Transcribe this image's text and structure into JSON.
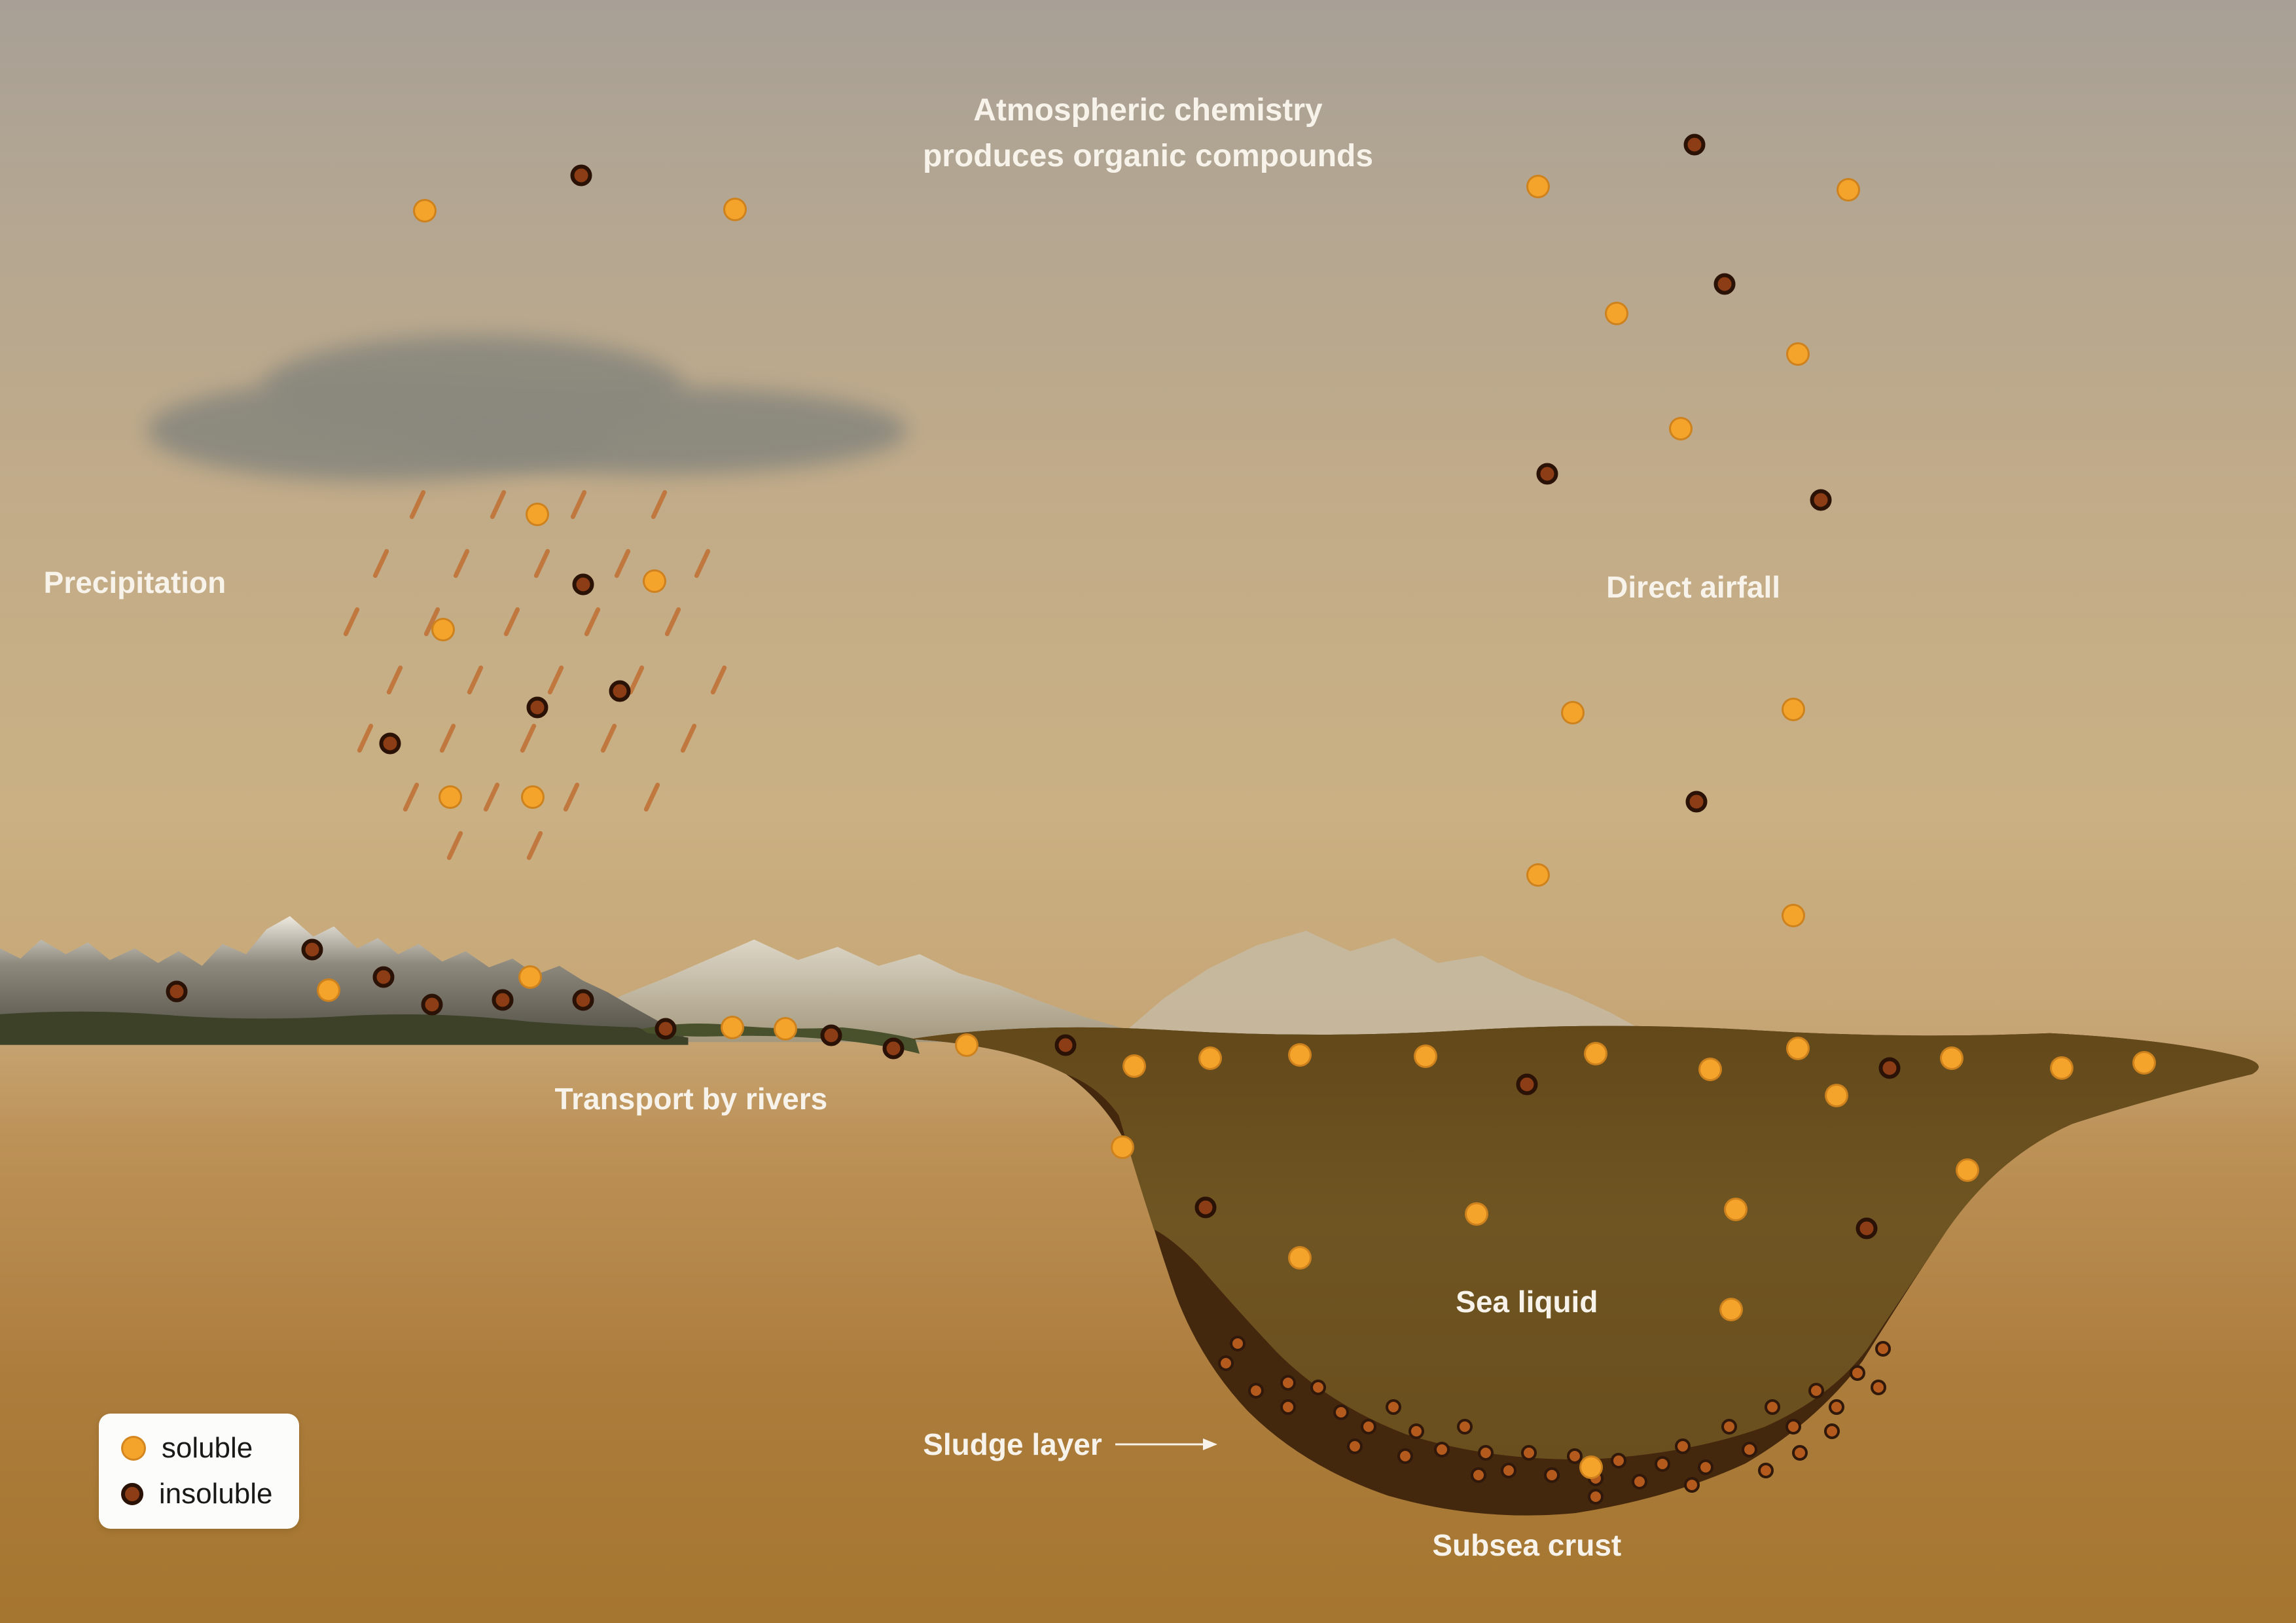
{
  "title": {
    "line1": "Atmospheric chemistry",
    "line2": "produces organic compounds"
  },
  "labels": {
    "precipitation": "Precipitation",
    "direct_airfall": "Direct airfall",
    "transport": "Transport by rivers",
    "sea_liquid": "Sea liquid",
    "sludge_layer": "Sludge layer",
    "subsea_crust": "Subsea crust"
  },
  "legend": {
    "soluble": "soluble",
    "insoluble": "insoluble"
  },
  "colors": {
    "background_top": "#a8a096",
    "background_bottom": "#a5762f",
    "soluble": "#f4a32b",
    "insoluble": "#8c3d15",
    "insoluble_ring": "#2b1206",
    "rain": "#c06f33",
    "sea_liquid": "#6d5120",
    "sludge": "#44280e",
    "sludge_dot": "#b45a1d",
    "river": "#49502c",
    "cloud": "#8b897e",
    "label_text": "#f7f3ea"
  },
  "particles": {
    "soluble": [
      [
        18.5,
        13.0
      ],
      [
        32.0,
        12.9
      ],
      [
        67.0,
        11.5
      ],
      [
        80.5,
        11.7
      ],
      [
        70.4,
        19.3
      ],
      [
        78.3,
        21.8
      ],
      [
        73.2,
        26.4
      ],
      [
        68.5,
        43.9
      ],
      [
        78.1,
        43.7
      ],
      [
        67.0,
        53.9
      ],
      [
        78.1,
        56.4
      ],
      [
        23.4,
        31.7
      ],
      [
        28.5,
        35.8
      ],
      [
        19.3,
        38.8
      ],
      [
        19.6,
        49.1
      ],
      [
        23.2,
        49.1
      ],
      [
        14.3,
        61.0
      ],
      [
        23.1,
        60.2
      ],
      [
        31.9,
        63.3
      ],
      [
        34.2,
        63.4
      ],
      [
        42.1,
        64.4
      ],
      [
        49.4,
        65.7
      ],
      [
        52.7,
        65.2
      ],
      [
        56.6,
        65.0
      ],
      [
        62.1,
        65.1
      ],
      [
        69.5,
        64.9
      ],
      [
        74.5,
        65.9
      ],
      [
        78.3,
        64.6
      ],
      [
        80.0,
        67.5
      ],
      [
        85.0,
        65.2
      ],
      [
        89.8,
        65.8
      ],
      [
        93.4,
        65.5
      ],
      [
        48.9,
        70.7
      ],
      [
        56.6,
        77.5
      ],
      [
        64.3,
        74.8
      ],
      [
        75.6,
        74.5
      ],
      [
        85.7,
        72.1
      ],
      [
        75.4,
        80.7
      ],
      [
        69.3,
        90.4
      ]
    ],
    "insoluble": [
      [
        25.3,
        10.8
      ],
      [
        73.8,
        8.9
      ],
      [
        75.1,
        17.5
      ],
      [
        67.4,
        29.2
      ],
      [
        79.3,
        30.8
      ],
      [
        73.9,
        49.4
      ],
      [
        25.4,
        36.0
      ],
      [
        27.0,
        42.6
      ],
      [
        23.4,
        43.6
      ],
      [
        17.0,
        45.8
      ],
      [
        13.6,
        58.5
      ],
      [
        7.7,
        61.1
      ],
      [
        16.7,
        60.2
      ],
      [
        18.8,
        61.9
      ],
      [
        21.9,
        61.6
      ],
      [
        25.4,
        61.6
      ],
      [
        29.0,
        63.4
      ],
      [
        36.2,
        63.8
      ],
      [
        38.9,
        64.6
      ],
      [
        46.4,
        64.4
      ],
      [
        66.5,
        66.8
      ],
      [
        82.3,
        65.8
      ],
      [
        52.5,
        74.4
      ],
      [
        81.3,
        75.7
      ]
    ]
  },
  "rain": [
    [
      18.2,
      31.1
    ],
    [
      21.7,
      31.1
    ],
    [
      25.2,
      31.1
    ],
    [
      28.7,
      31.1
    ],
    [
      16.6,
      34.7
    ],
    [
      20.1,
      34.7
    ],
    [
      23.6,
      34.7
    ],
    [
      27.1,
      34.7
    ],
    [
      30.6,
      34.7
    ],
    [
      15.3,
      38.3
    ],
    [
      18.8,
      38.3
    ],
    [
      22.3,
      38.3
    ],
    [
      25.8,
      38.3
    ],
    [
      29.3,
      38.3
    ],
    [
      17.2,
      41.9
    ],
    [
      20.7,
      41.9
    ],
    [
      24.2,
      41.9
    ],
    [
      27.7,
      41.9
    ],
    [
      31.3,
      41.9
    ],
    [
      15.9,
      45.5
    ],
    [
      19.5,
      45.5
    ],
    [
      23.0,
      45.5
    ],
    [
      26.5,
      45.5
    ],
    [
      30.0,
      45.5
    ],
    [
      17.9,
      49.1
    ],
    [
      21.4,
      49.1
    ],
    [
      24.9,
      49.1
    ],
    [
      28.4,
      49.1
    ],
    [
      19.8,
      52.1
    ],
    [
      23.3,
      52.1
    ]
  ],
  "sludge_particles": [
    [
      53.4,
      84.0
    ],
    [
      54.7,
      85.7
    ],
    [
      56.1,
      86.7
    ],
    [
      57.4,
      85.5
    ],
    [
      58.4,
      87.0
    ],
    [
      59.6,
      87.9
    ],
    [
      60.7,
      86.7
    ],
    [
      61.7,
      88.2
    ],
    [
      62.8,
      89.3
    ],
    [
      63.8,
      87.9
    ],
    [
      64.7,
      89.5
    ],
    [
      65.7,
      90.6
    ],
    [
      66.6,
      89.5
    ],
    [
      67.6,
      90.9
    ],
    [
      68.6,
      89.7
    ],
    [
      69.5,
      91.1
    ],
    [
      70.5,
      90.0
    ],
    [
      71.4,
      91.3
    ],
    [
      72.4,
      90.2
    ],
    [
      73.3,
      89.1
    ],
    [
      74.3,
      90.4
    ],
    [
      75.3,
      87.9
    ],
    [
      76.2,
      89.3
    ],
    [
      77.2,
      86.7
    ],
    [
      78.1,
      87.9
    ],
    [
      79.1,
      85.7
    ],
    [
      80.0,
      86.7
    ],
    [
      80.9,
      84.6
    ],
    [
      81.8,
      85.5
    ],
    [
      69.5,
      92.2
    ],
    [
      64.4,
      90.9
    ],
    [
      61.2,
      89.7
    ],
    [
      59.0,
      89.1
    ],
    [
      56.1,
      85.2
    ],
    [
      73.7,
      91.5
    ],
    [
      76.9,
      90.6
    ],
    [
      78.4,
      89.5
    ],
    [
      79.8,
      88.2
    ],
    [
      53.9,
      82.8
    ],
    [
      82.0,
      83.1
    ]
  ]
}
